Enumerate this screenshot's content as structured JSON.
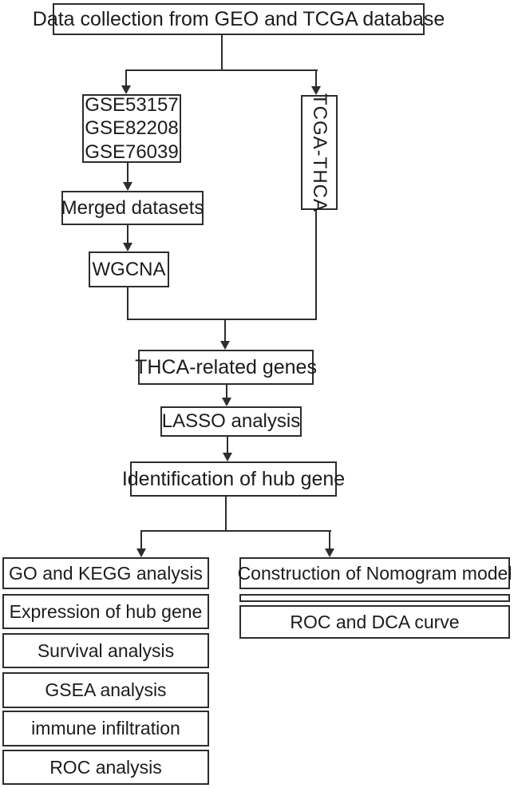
{
  "figure": {
    "type": "flowchart",
    "colors": {
      "line": "#2d2d2d",
      "text": "#1c1c1c",
      "background": "#ffffff"
    },
    "nodes": {
      "data_collection": "Data collection from GEO and TCGA database",
      "gse_datasets": {
        "lines": [
          "GSE53157",
          "GSE82208",
          "GSE76039"
        ]
      },
      "tcga_thca": "TCGA-THCA",
      "merged_datasets": "Merged datasets",
      "wgcna": "WGCNA",
      "thca_related_genes": "THCA-related genes",
      "lasso_analysis": "LASSO analysis",
      "identification_hub_gene": "Identification of hub gene",
      "left_column": [
        "GO and KEGG analysis",
        "Expression of hub gene",
        "Survival analysis",
        "GSEA analysis",
        "immune infiltration",
        "ROC analysis"
      ],
      "right_column": [
        "Construction of Nomogram model",
        "ROC and DCA curve"
      ]
    }
  }
}
